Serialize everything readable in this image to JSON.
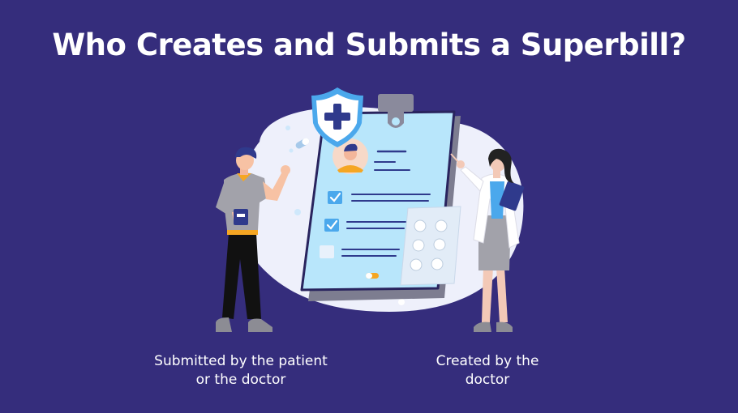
{
  "heading": {
    "title": "Who Creates and Submits a Superbill?"
  },
  "captions": {
    "left": {
      "line1": "Submitted by the patient",
      "line2": "or the doctor"
    },
    "right": {
      "line1": "Created by the",
      "line2": "doctor"
    }
  },
  "colors": {
    "background": "#352d7c",
    "text": "#ffffff",
    "clipboard": "#b8e6fb",
    "blob": "#eef0fb",
    "accent_blue": "#4ba8ec",
    "accent_orange": "#f5a623"
  },
  "icons": [
    "shield-plus-icon",
    "avatar-icon",
    "checkbox-icon",
    "pill-pack-icon",
    "capsule-icon"
  ]
}
